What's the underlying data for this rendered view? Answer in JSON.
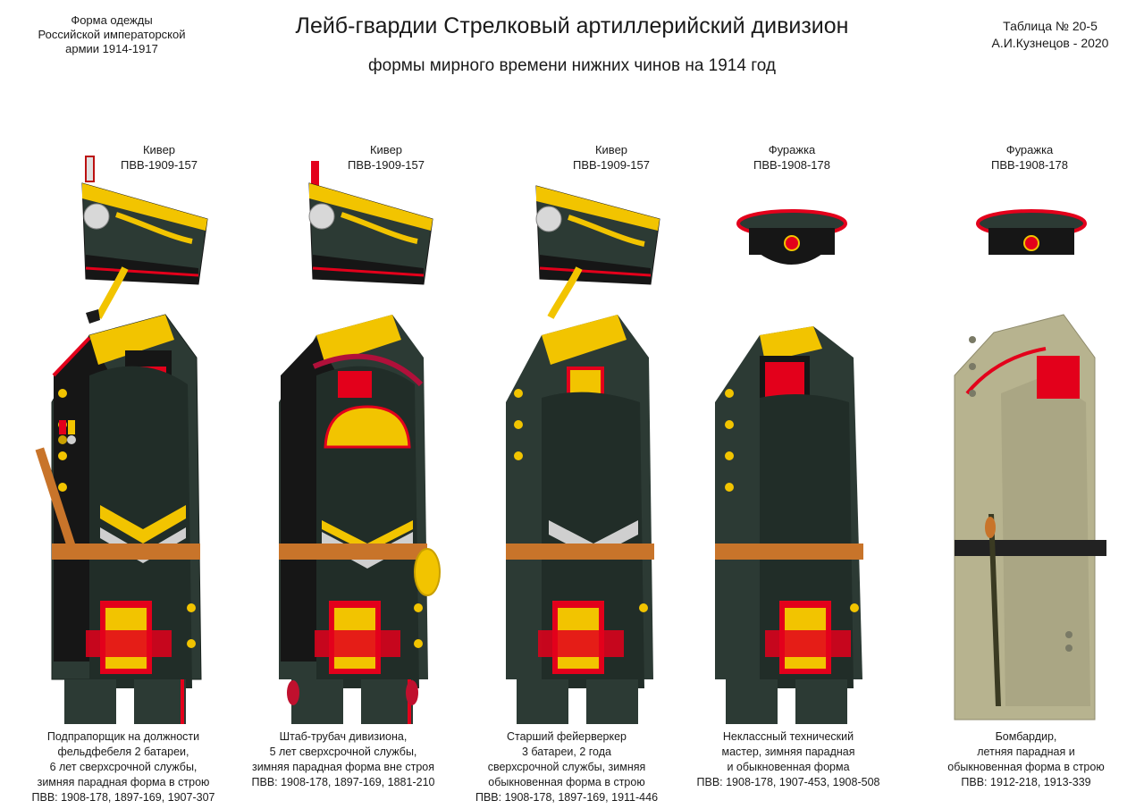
{
  "header": {
    "left_lines": [
      "Форма одежды",
      "Российской императорской",
      "армии  1914-1917"
    ],
    "title": "Лейб-гвардии Стрелковый артиллерийский дивизион",
    "subtitle": "формы мирного времени нижних чинов  на 1914 год",
    "right_lines": [
      "Таблица № 20-5",
      "А.И.Кузнецов - 2020"
    ]
  },
  "colors": {
    "tunic": "#2c3a34",
    "tunic_dark": "#212d28",
    "black_trim": "#161616",
    "red": "#e3001b",
    "gold": "#f2c400",
    "gold_dark": "#c9a000",
    "silver": "#cfcfcf",
    "belt": "#c8742a",
    "khaki": "#b7b38f"
  },
  "figures": [
    {
      "headwear_label": [
        "Кивер",
        "ПВВ-1909-157"
      ],
      "headwear": "shako",
      "caption": [
        "Подпрапорщик на должности",
        "фельдфебеля 2 батареи,",
        "6 лет сверхсрочной службы,",
        "зимняя парадная форма в строю",
        "ПВВ: 1908-178, 1897-169, 1907-307"
      ]
    },
    {
      "headwear_label": [
        "Кивер",
        "ПВВ-1909-157"
      ],
      "headwear": "shako",
      "caption": [
        "Штаб-трубач дивизиона,",
        "5 лет сверхсрочной службы,",
        "зимняя парадная форма вне строя",
        "ПВВ: 1908-178, 1897-169, 1881-210"
      ]
    },
    {
      "headwear_label": [
        "Кивер",
        "ПВВ-1909-157"
      ],
      "headwear": "shako",
      "caption": [
        "Старший фейерверкер",
        "3 батареи, 2 года",
        "сверхсрочной службы, зимняя",
        "обыкновенная форма в строю",
        "ПВВ: 1908-178, 1897-169, 1911-446"
      ]
    },
    {
      "headwear_label": [
        "Фуражка",
        "ПВВ-1908-178"
      ],
      "headwear": "cap",
      "caption": [
        "Неклассный технический",
        "мастер, зимняя парадная",
        "и обыкновенная форма",
        "ПВВ: 1908-178, 1907-453, 1908-508"
      ]
    },
    {
      "headwear_label": [
        "Фуражка",
        "ПВВ-1908-178"
      ],
      "headwear": "cap",
      "caption": [
        "Бомбардир,",
        "летняя парадная и",
        "обыкновенная форма в строю",
        "ПВВ: 1912-218, 1913-339"
      ]
    }
  ]
}
